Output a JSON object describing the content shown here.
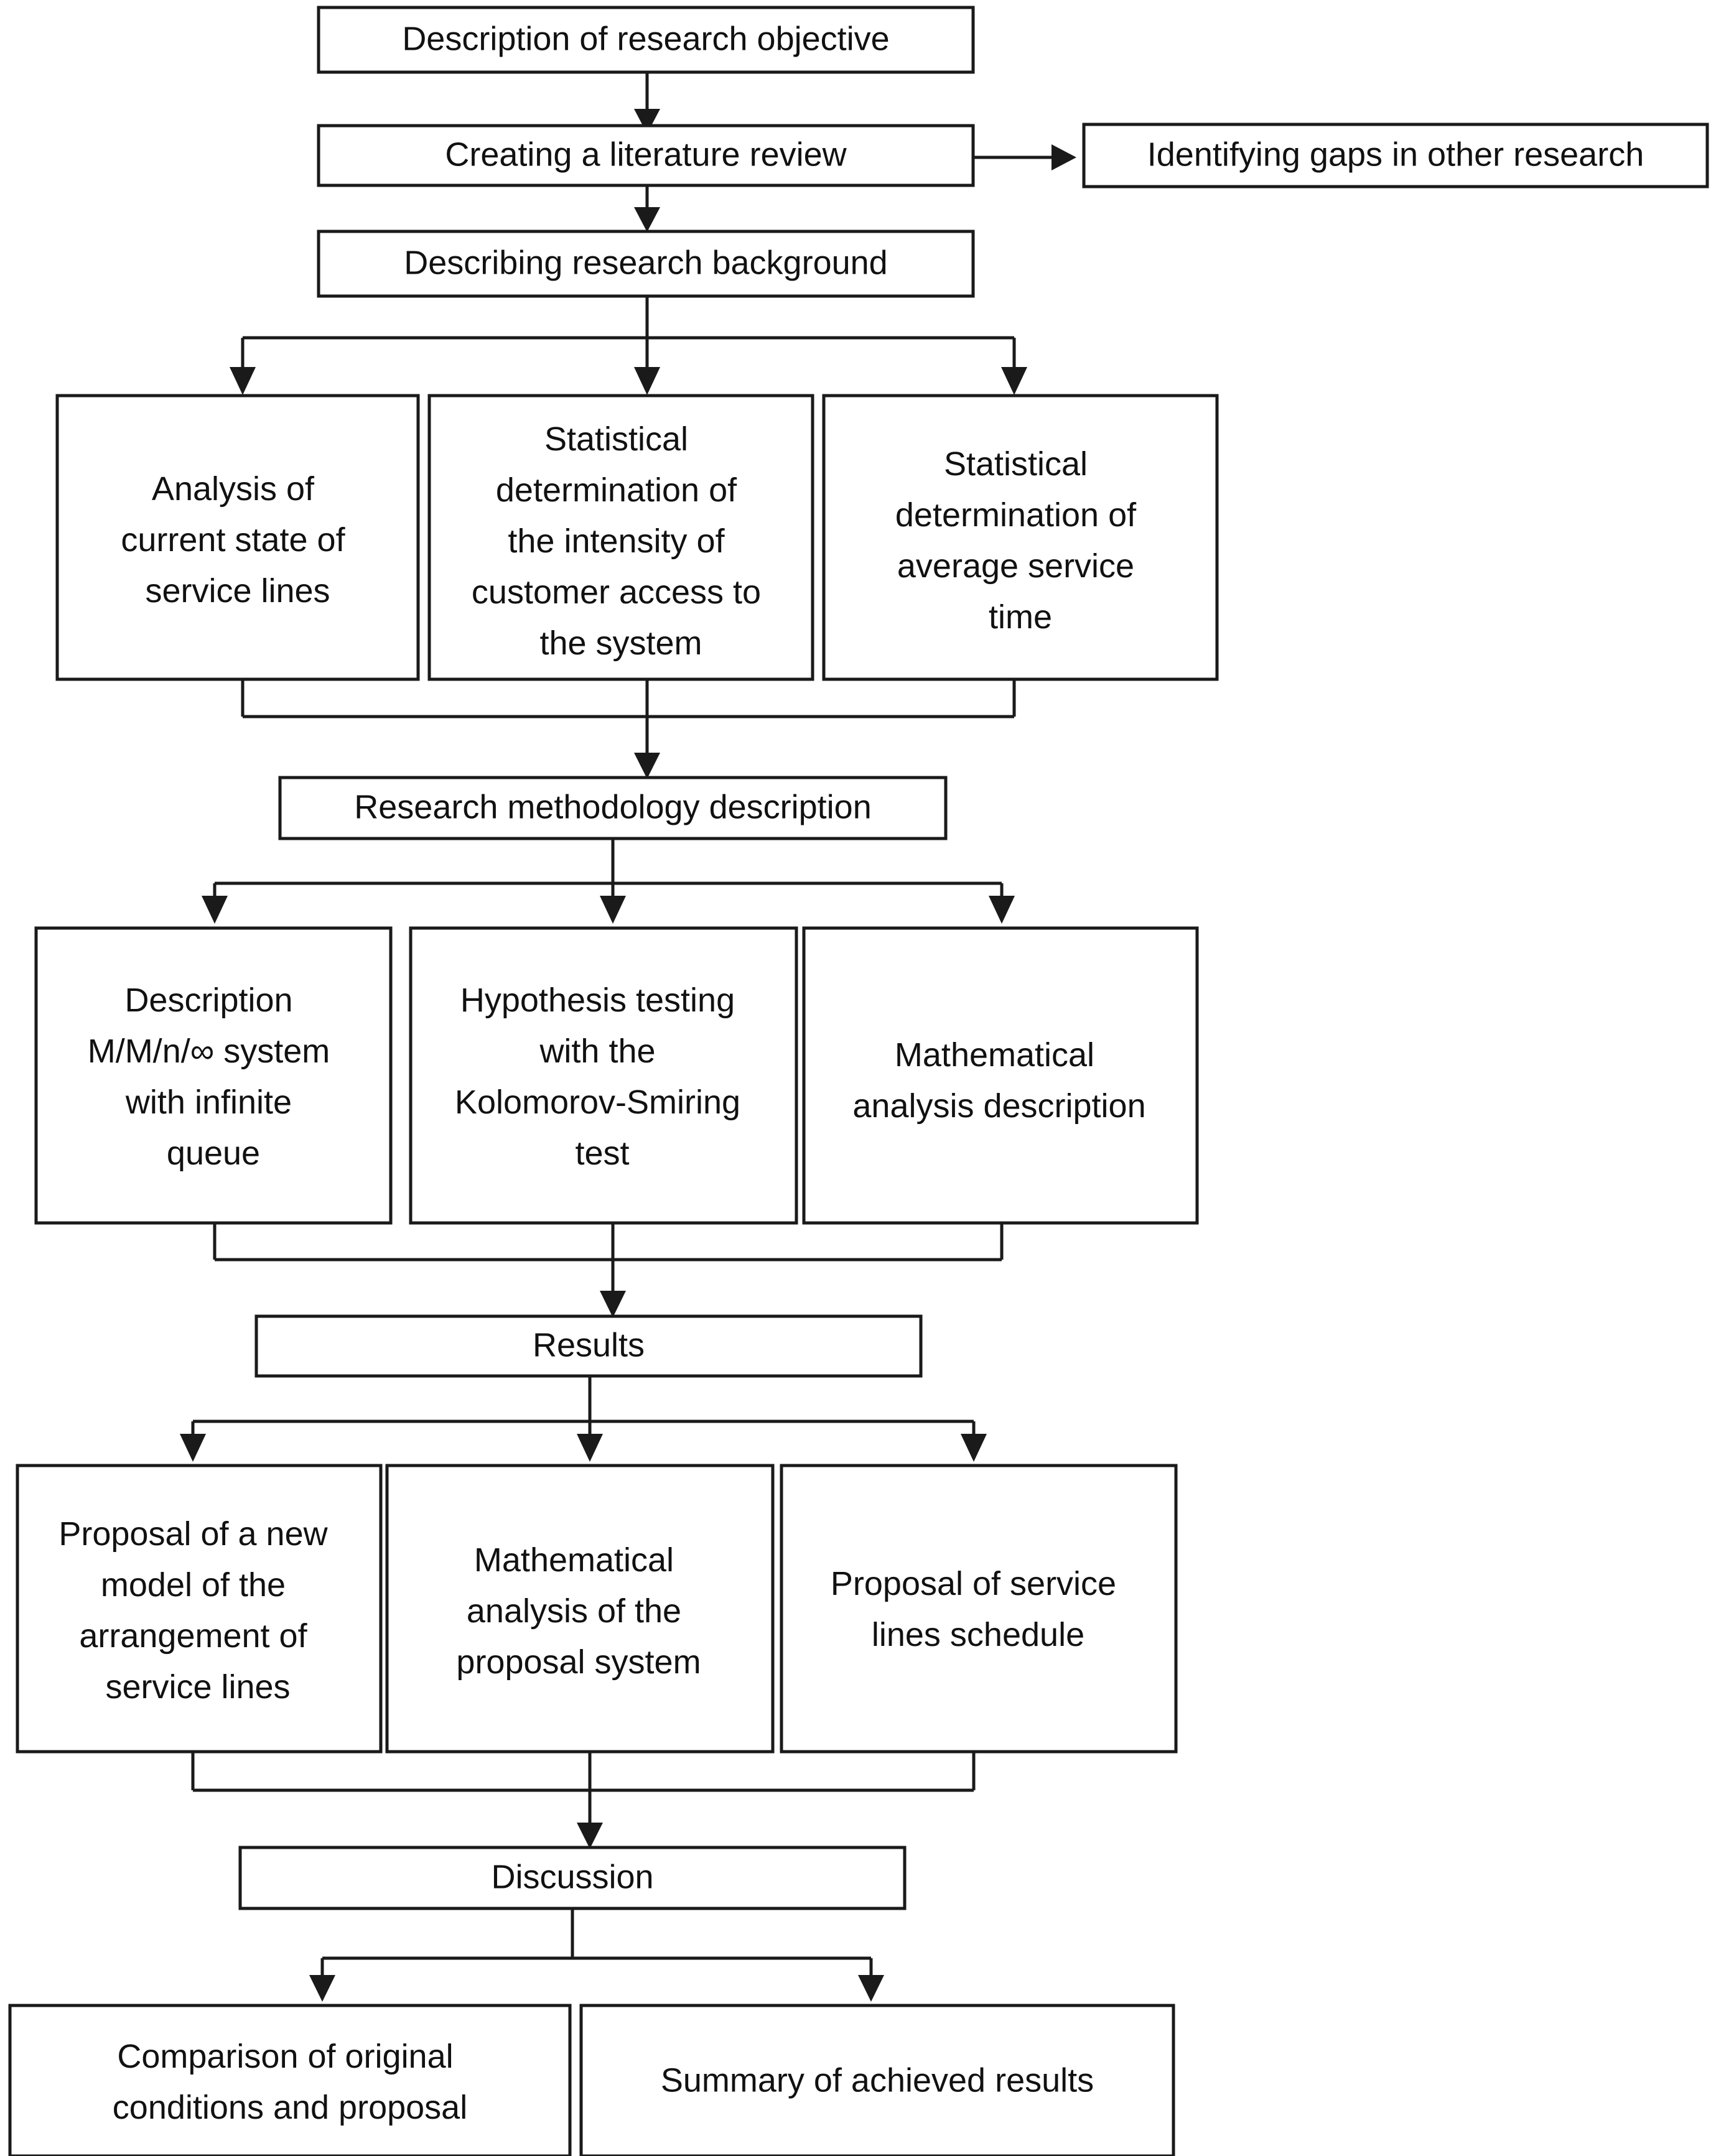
{
  "diagram": {
    "title": "Research process flowchart",
    "background_color": "#ffffff",
    "box_fill": "#ffffff",
    "box_border_color": "#1a1a1a",
    "text_color": "#111111",
    "edge_color": "#1a1a1a"
  },
  "nodes": {
    "objective": {
      "label": "Description of research objective"
    },
    "literature": {
      "label": "Creating a literature review"
    },
    "gaps": {
      "label": "Identifying gaps in other research"
    },
    "background": {
      "label": "Describing research background"
    },
    "analysis_current": {
      "lines": [
        "Analysis of",
        "current state of",
        "service lines"
      ]
    },
    "intensity": {
      "lines": [
        "Statistical",
        "determination of",
        "the intensity of",
        "customer access to",
        "the system"
      ]
    },
    "service_time": {
      "lines": [
        "Statistical",
        "determination of",
        "average service",
        "time"
      ]
    },
    "methodology": {
      "label": "Research methodology description"
    },
    "mmn_system": {
      "lines": [
        "Description",
        "M/M/n/∞ system",
        "with infinite",
        "queue"
      ]
    },
    "hypothesis": {
      "lines": [
        "Hypothesis testing",
        "with the",
        "Kolomorov-Smiring",
        "test"
      ]
    },
    "math_analysis_desc": {
      "lines": [
        "Mathematical",
        "analysis description"
      ]
    },
    "results": {
      "label": "Results"
    },
    "proposal_model": {
      "lines": [
        "Proposal of a new",
        "model of the",
        "arrangement of",
        "service lines"
      ]
    },
    "math_analysis_proposal": {
      "lines": [
        "Mathematical",
        "analysis of the",
        "proposal system"
      ]
    },
    "proposal_schedule": {
      "lines": [
        "Proposal of service",
        "lines schedule"
      ]
    },
    "discussion": {
      "label": "Discussion"
    },
    "comparison": {
      "lines": [
        "Comparison of original",
        "conditions and proposal"
      ]
    },
    "summary": {
      "label": "Summary of achieved results"
    }
  }
}
